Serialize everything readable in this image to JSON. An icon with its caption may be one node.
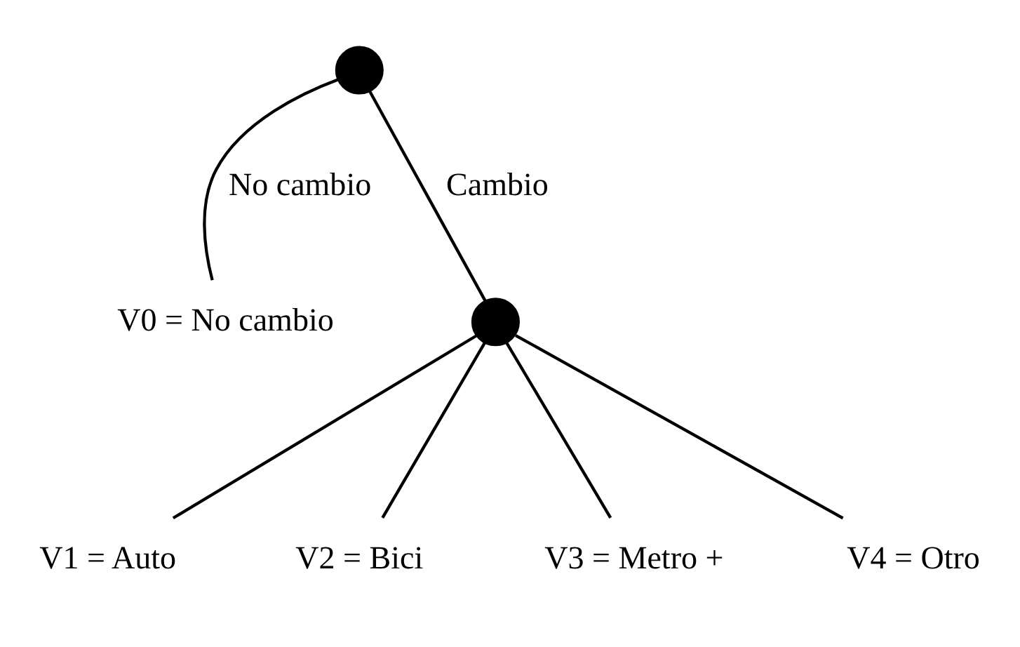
{
  "diagram": {
    "nodes": [
      {
        "text": [],
        "shape": "circle"
      },
      {
        "text": [
          "V0 = No cambio"
        ]
      },
      {
        "text": [],
        "shape": "circle"
      },
      {
        "text": [
          "V1 = Auto"
        ]
      },
      {
        "text": [
          "V2 = Bici"
        ]
      },
      {
        "text": [
          "V3 = Metro +"
        ]
      },
      {
        "text": [
          "V4 = Otro"
        ]
      }
    ],
    "edges": [
      {
        "from": 0,
        "to": 1,
        "arrow": "none",
        "label": "No cambio"
      },
      {
        "from": 0,
        "to": 2,
        "arrow": "none",
        "label": "Cambio"
      },
      {
        "from": 2,
        "to": 3,
        "arrow": "none"
      },
      {
        "from": 2,
        "to": 4,
        "arrow": "none"
      },
      {
        "from": 2,
        "to": 5,
        "arrow": "none"
      },
      {
        "from": 2,
        "to": 6,
        "arrow": "none"
      }
    ]
  }
}
